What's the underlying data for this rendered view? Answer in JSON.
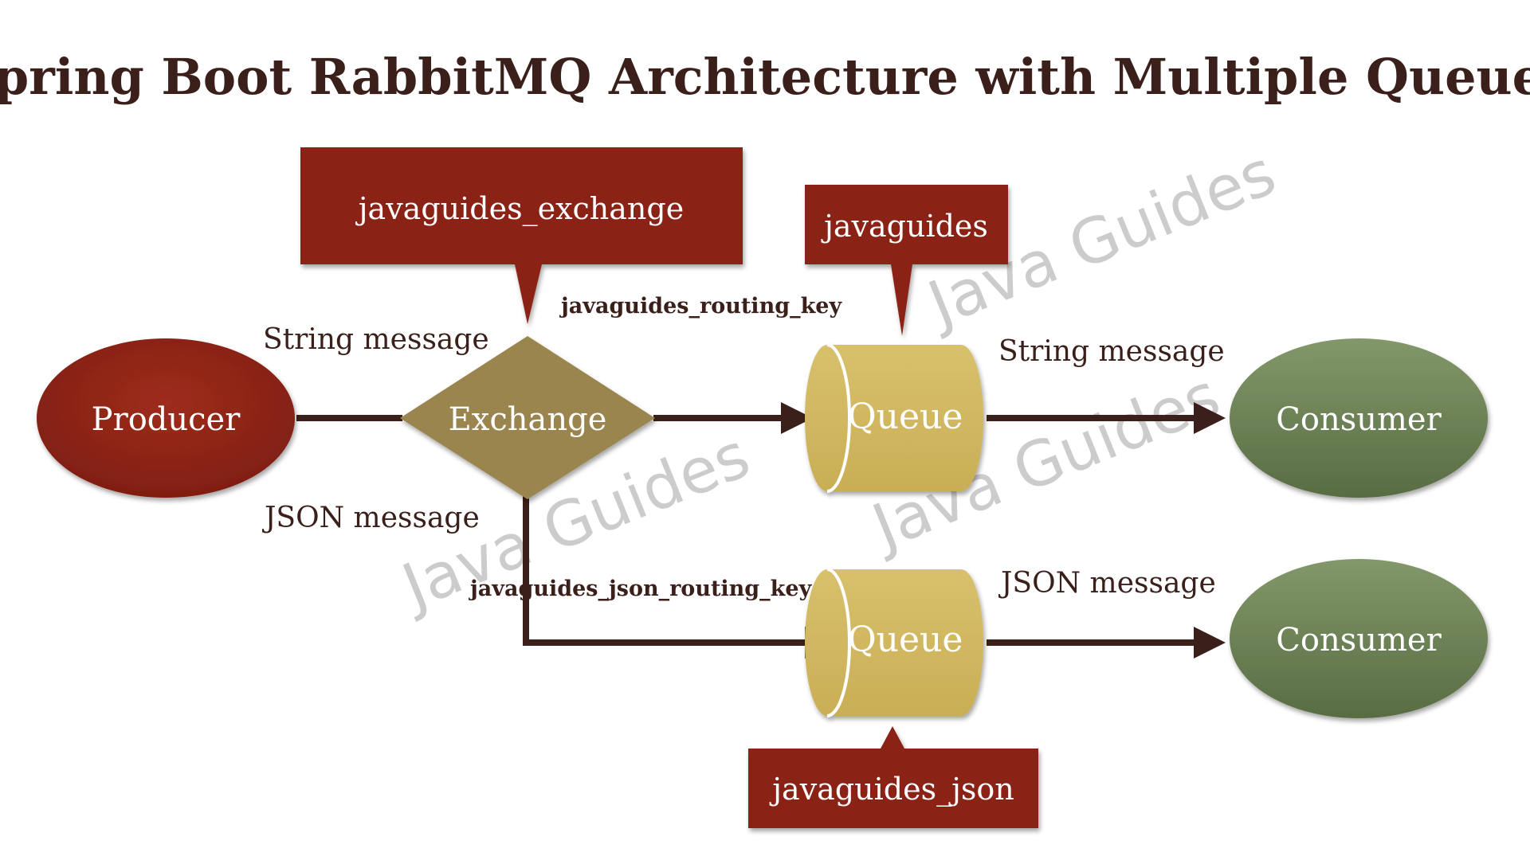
{
  "title": "Spring Boot RabbitMQ Architecture with Multiple Queues",
  "nodes": {
    "producer": "Producer",
    "exchange": "Exchange",
    "queue_top": "Queue",
    "queue_bottom": "Queue",
    "consumer_top": "Consumer",
    "consumer_bottom": "Consumer"
  },
  "callouts": {
    "exchange_name": "javaguides_exchange",
    "queue_top_name": "javaguides",
    "queue_bottom_name": "javaguides_json"
  },
  "edge_labels": {
    "producer_string": "String message",
    "producer_json": "JSON message",
    "routing_key": "javaguides_routing_key",
    "json_routing_key": "javaguides_json_routing_key",
    "consumer_string": "String message",
    "consumer_json": "JSON message"
  },
  "watermark": "Java Guides",
  "colors": {
    "producer": "#8b2315",
    "exchange": "#9a8550",
    "queue": "#d2b962",
    "consumer": "#6e8754",
    "callout": "#8b2315",
    "arrow": "#3a1f1a",
    "text": "#3a1f1a"
  }
}
